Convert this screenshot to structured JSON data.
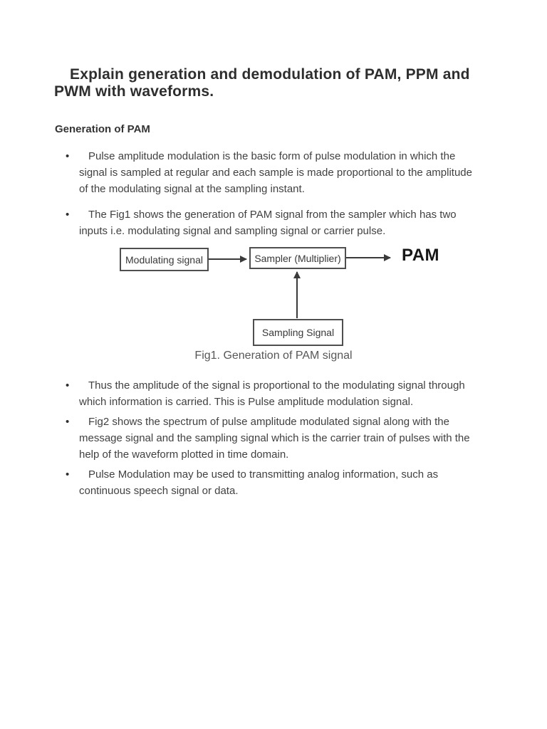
{
  "document": {
    "title_lines": [
      "Explain generation and demodulation of PAM, PPM and",
      "PWM with waveforms."
    ],
    "section_heading": "Generation of PAM",
    "bullets_top": [
      {
        "lines": [
          "Pulse amplitude modulation is the basic form of pulse modulation in which the",
          "signal is sampled at regular and each sample is made proportional to the amplitude",
          "of the modulating signal at the sampling instant."
        ]
      },
      {
        "lines": [
          "The Fig1 shows the generation of PAM signal from the sampler which has two",
          "inputs i.e. modulating signal and sampling signal or carrier pulse."
        ]
      }
    ],
    "figure": {
      "box_modulating": "Modulating signal",
      "box_sampler": "Sampler (Multiplier)",
      "box_sampling": "Sampling Signal",
      "output_label": "PAM",
      "caption": "Fig1. Generation of PAM signal"
    },
    "bullets_bottom": [
      {
        "lines": [
          "Thus the amplitude of the signal is proportional to the modulating signal through",
          "which information is carried. This is Pulse amplitude modulation signal."
        ]
      },
      {
        "lines": [
          "Fig2 shows the spectrum of pulse amplitude modulated signal along with the",
          "message signal and the sampling signal which is the carrier train of pulses with the",
          "help of the waveform plotted in time domain."
        ]
      },
      {
        "lines": [
          "Pulse Modulation may be used to transmitting analog information, such as",
          "continuous speech signal or data."
        ]
      }
    ],
    "colors": {
      "ink": "#3a3a3a",
      "body_text": "#414141",
      "title_text": "#2e2e2e"
    }
  }
}
